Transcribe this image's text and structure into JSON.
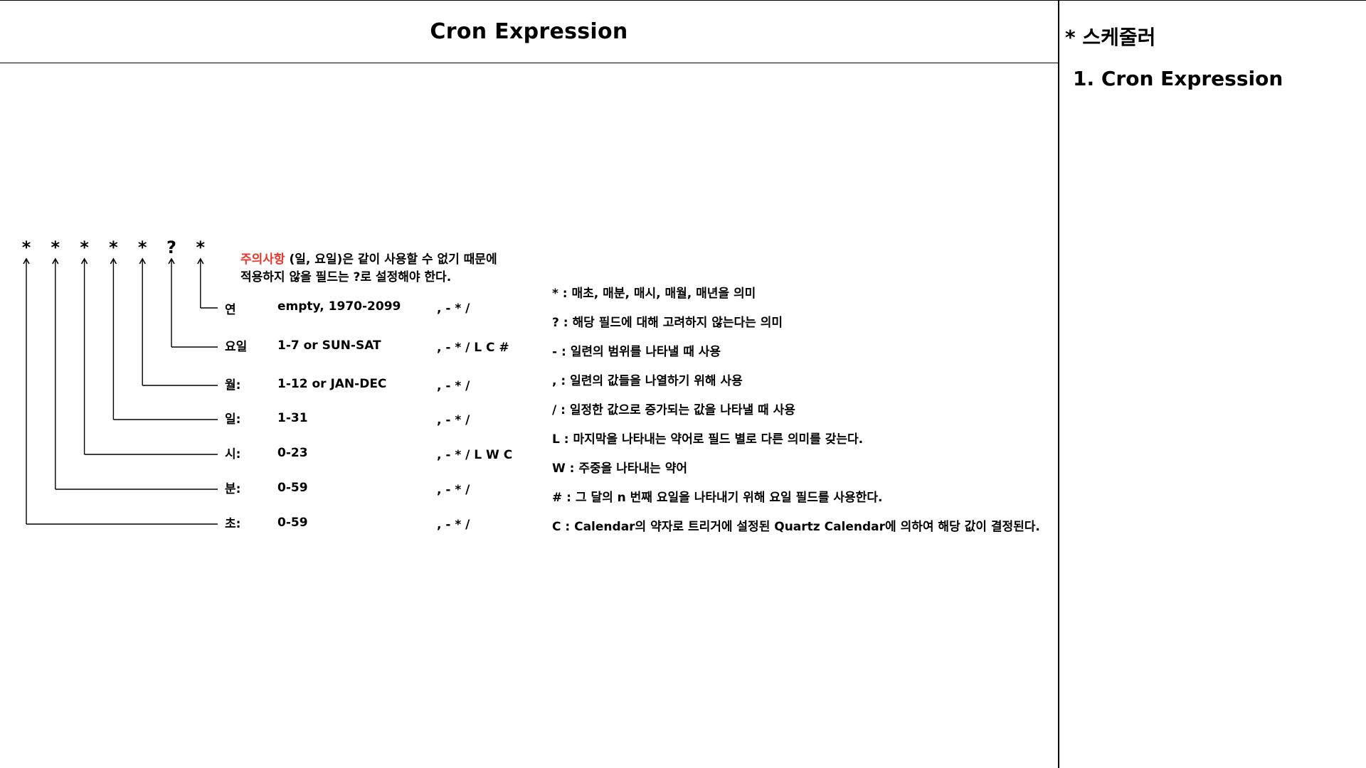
{
  "header": {
    "title": "Cron Expression"
  },
  "sidebar": {
    "heading": "* 스케줄러",
    "items": [
      {
        "label": "1. Cron Expression"
      }
    ]
  },
  "diagram": {
    "symbols": [
      "*",
      "*",
      "*",
      "*",
      "*",
      "?",
      "*"
    ],
    "fields": [
      {
        "name": "연",
        "range": "empty, 1970-2099",
        "specials": ", - * /"
      },
      {
        "name": "요일",
        "range": "1-7 or SUN-SAT",
        "specials": ", - * / L C #"
      },
      {
        "name": "월:",
        "range": "1-12 or JAN-DEC",
        "specials": ", - * /"
      },
      {
        "name": "일:",
        "range": "1-31",
        "specials": ", - * /"
      },
      {
        "name": "시:",
        "range": "0-23",
        "specials": ", - * / L W C"
      },
      {
        "name": "분:",
        "range": "0-59",
        "specials": ", - * /"
      },
      {
        "name": "초:",
        "range": "0-59",
        "specials": ", - * /"
      }
    ],
    "warning": {
      "strong": "주의사항",
      "line1_rest": " (일, 요일)은 같이 사용할 수 없기 때문에",
      "line2": "적용하지 않을 필드는 ?로 설정해야 한다.",
      "strong_color": "#e8352b"
    }
  },
  "legend": {
    "items": [
      "* : 매초, 매분, 매시, 매월, 매년을 의미",
      "? : 해당 필드에 대해 고려하지 않는다는 의미",
      "- : 일련의 범위를 나타낼 때 사용",
      ", : 일련의 값들을 나열하기 위해 사용",
      "/ : 일정한 값으로 증가되는 값을 나타낼 때 사용",
      "L : 마지막을 나타내는 약어로 필드 별로 다른 의미를 갖는다.",
      "W : 주중을 나타내는 약어",
      "# : 그 달의 n 번째 요일을 나타내기 위해 요일 필드를 사용한다.",
      "C : Calendar의 약자로 트리거에 설정된 Quartz Calendar에 의하여 해당 값이 결정된다."
    ]
  }
}
